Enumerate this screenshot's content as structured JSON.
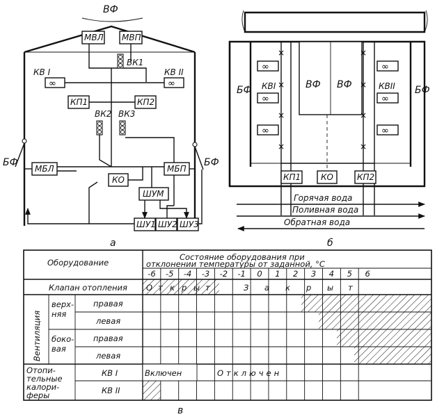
{
  "diagram_a": {
    "top_label": "ВФ",
    "valve_left": "МВЛ",
    "valve_right": "МВП",
    "vk1": "ВК1",
    "vk2": "ВК2",
    "vk3": "ВК3",
    "kv1": "КВ I",
    "kv2": "КВ II",
    "kp1": "КП1",
    "kp2": "КП2",
    "bf_left": "БФ",
    "bf_right": "БФ",
    "mbl_left": "МБЛ",
    "mbl_right": "МБП",
    "ko": "КО",
    "shum": "ШУМ",
    "shu1": "ШУ1",
    "shu2": "ШУ2",
    "shu3": "ШУ3",
    "caption": "а"
  },
  "diagram_b": {
    "bf_left": "БФ",
    "bf_right": "БФ",
    "vf1": "ВФ",
    "vf2": "ВФ",
    "kv1": "КВI",
    "kv2": "КВII",
    "kp1": "КП1",
    "ko": "КО",
    "kp2": "КП2",
    "hot_water": "Горячая вода",
    "irrigation_water": "Поливная вода",
    "return_water": "Обратная вода",
    "caption": "б"
  },
  "table": {
    "caption": "в",
    "header_equipment": "Оборудование",
    "header_state_line1": "Состояние оборудования при",
    "header_state_line2": "отклонении температуры от заданной, °С",
    "deviations": [
      "-6",
      "-5",
      "-4",
      "-3",
      "-2",
      "-1",
      "0",
      "1",
      "2",
      "3",
      "4",
      "5",
      "6"
    ],
    "heating_valve_label": "Клапан отопления",
    "valve_open_letters": [
      "О",
      "т",
      "к",
      "р",
      "ы",
      "т"
    ],
    "valve_closed_letters": [
      "З",
      "а",
      "к",
      "р",
      "ы",
      "т"
    ],
    "ventilation_label": "Вентиляция",
    "upper_label": "верх-\nняя",
    "side_label": "боко-\nвая",
    "right_label": "правая",
    "left_label": "левая",
    "heaters_label": "Отопи-\nтельные\nкалори-\nферы",
    "kv1_label": "КВ I",
    "kv2_label": "КВ II",
    "kv1_on": "Включен",
    "kv1_off": "Отключен"
  }
}
